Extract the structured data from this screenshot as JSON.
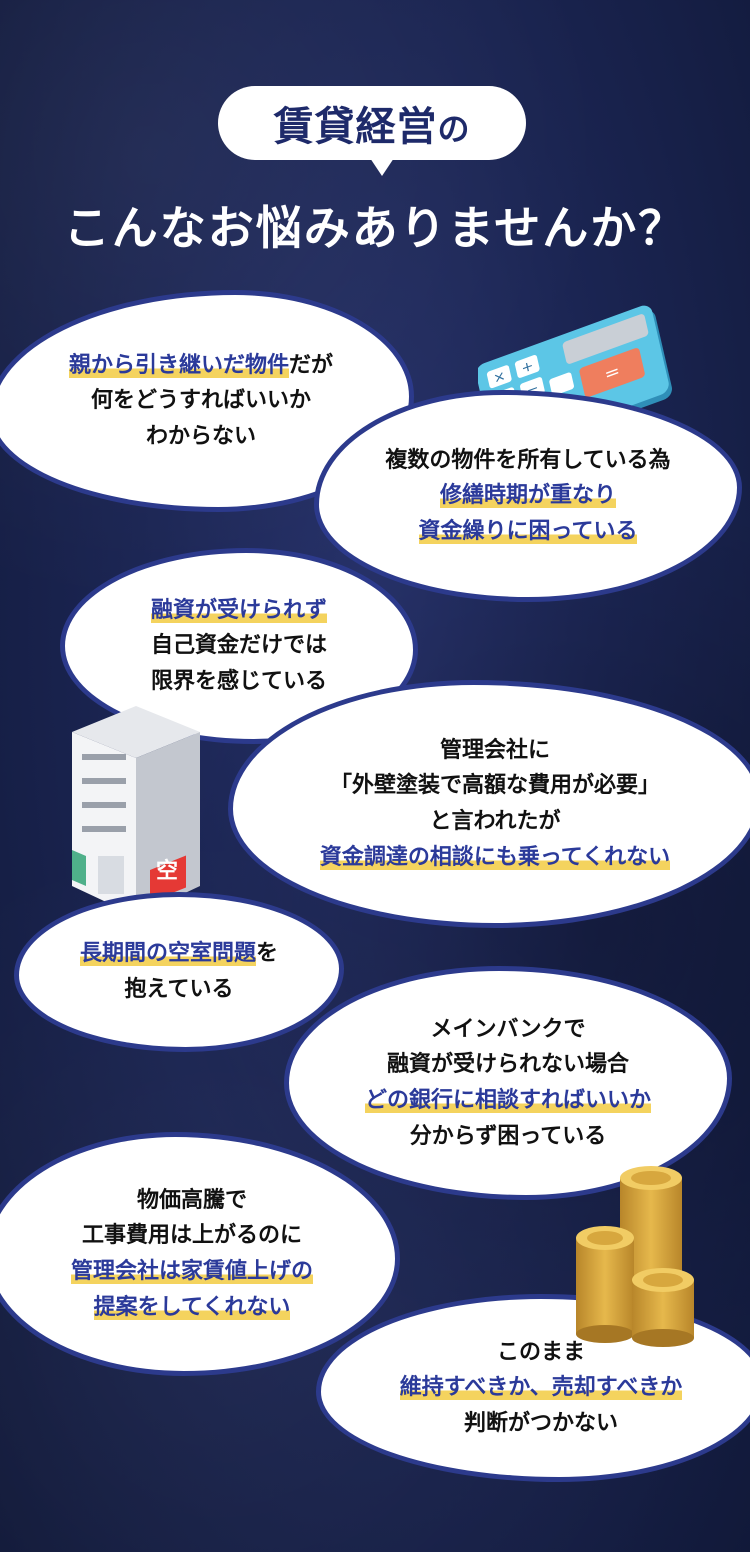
{
  "title": {
    "pill": "賃貸経営",
    "pill_suffix": "の",
    "headline": "こんなお悩みありませんか？"
  },
  "building_sign": "空",
  "bubbles": [
    {
      "lines": [
        [
          {
            "t": "親から引き継いだ物件",
            "h": true
          },
          {
            "t": "だが",
            "h": false
          }
        ],
        [
          {
            "t": "何をどうすればいいか",
            "h": false
          }
        ],
        [
          {
            "t": "わからない",
            "h": false
          }
        ]
      ]
    },
    {
      "lines": [
        [
          {
            "t": "複数の物件を所有している為",
            "h": false
          }
        ],
        [
          {
            "t": "修繕時期が重なり",
            "h": true
          }
        ],
        [
          {
            "t": "資金繰りに困っている",
            "h": true
          }
        ]
      ]
    },
    {
      "lines": [
        [
          {
            "t": "融資が受けられず",
            "h": true
          }
        ],
        [
          {
            "t": "自己資金だけでは",
            "h": false
          }
        ],
        [
          {
            "t": "限界を感じている",
            "h": false
          }
        ]
      ]
    },
    {
      "lines": [
        [
          {
            "t": "管理会社に",
            "h": false
          }
        ],
        [
          {
            "t": "「外壁塗装で高額な費用が必要」",
            "h": false
          }
        ],
        [
          {
            "t": "と言われたが",
            "h": false
          }
        ],
        [
          {
            "t": "資金調達の相談にも乗ってくれない",
            "h": true
          }
        ]
      ]
    },
    {
      "lines": [
        [
          {
            "t": "長期間の空室問題",
            "h": true
          },
          {
            "t": "を",
            "h": false
          }
        ],
        [
          {
            "t": "抱えている",
            "h": false
          }
        ]
      ]
    },
    {
      "lines": [
        [
          {
            "t": "メインバンクで",
            "h": false
          }
        ],
        [
          {
            "t": "融資が受けられない場合",
            "h": false
          }
        ],
        [
          {
            "t": "どの銀行に相談すればいいか",
            "h": true
          }
        ],
        [
          {
            "t": "分からず困っている",
            "h": false
          }
        ]
      ]
    },
    {
      "lines": [
        [
          {
            "t": "物価高騰で",
            "h": false
          }
        ],
        [
          {
            "t": "工事費用は上がるのに",
            "h": false
          }
        ],
        [
          {
            "t": "管理会社は家賃値上げの",
            "h": true
          }
        ],
        [
          {
            "t": "提案をしてくれない",
            "h": true
          }
        ]
      ]
    },
    {
      "lines": [
        [
          {
            "t": "このまま",
            "h": false
          }
        ],
        [
          {
            "t": "維持すべきか、売却すべきか",
            "h": true
          }
        ],
        [
          {
            "t": "判断がつかない",
            "h": false
          }
        ]
      ]
    }
  ]
}
